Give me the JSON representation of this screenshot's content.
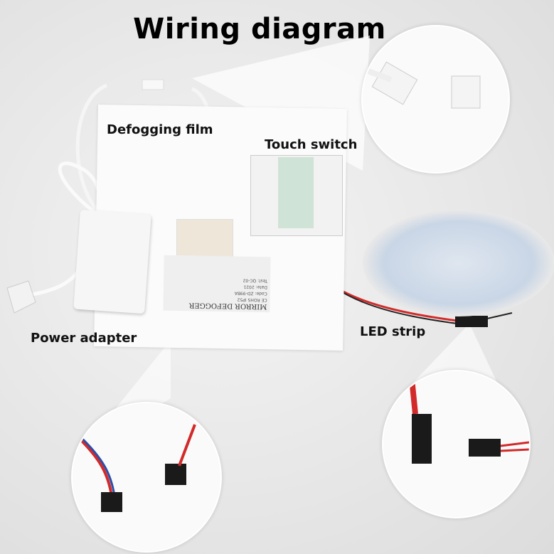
{
  "title": "Wiring diagram",
  "labels": {
    "defogging_film": "Defogging film",
    "touch_switch": "Touch switch",
    "power_adapter": "Power adapter",
    "led_strip": "LED strip"
  },
  "sticker": {
    "line1": "MIRROR DEFOGGER",
    "line2": "CE ROHS IP52",
    "line3": "Code: ZD-99BA",
    "line4": "Date: 2021",
    "line5": "Test: QC-02"
  },
  "colors": {
    "wire_red": "#d22a2a",
    "wire_black": "#222222",
    "wire_blue": "#2a4fa8",
    "connector": "#1a1a1a"
  }
}
